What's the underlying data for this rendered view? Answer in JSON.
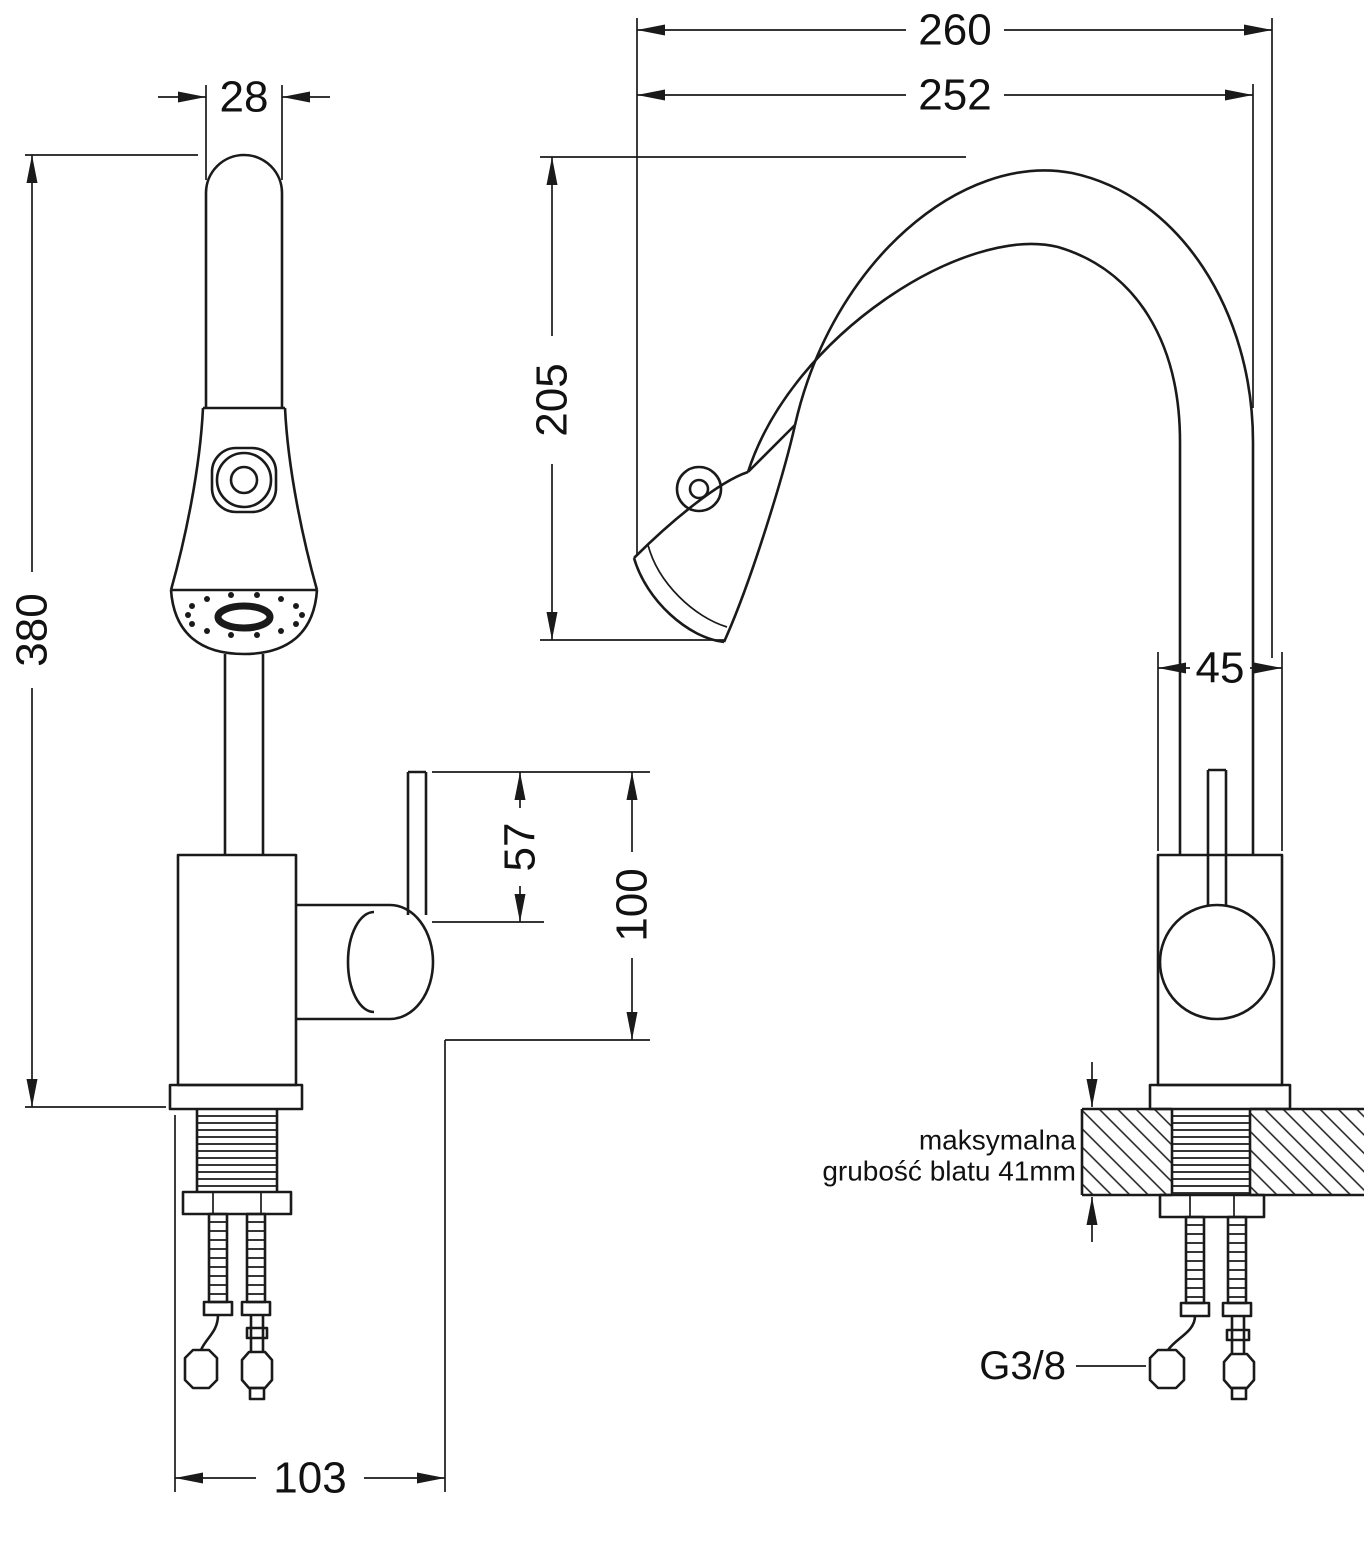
{
  "drawing": {
    "background": "#ffffff",
    "line_color": "#1a1a1a",
    "dimensions": {
      "spout_diameter": "28",
      "total_height": "380",
      "handle_offset": "57",
      "handle_height": "100",
      "base_depth": "103",
      "total_depth": "260",
      "spout_reach": "252",
      "spout_clearance": "205",
      "body_width": "45"
    },
    "annotations": {
      "thread_size": "G3/8",
      "countertop_note_line1": "maksymalna",
      "countertop_note_line2": "grubość blatu 41mm"
    }
  }
}
